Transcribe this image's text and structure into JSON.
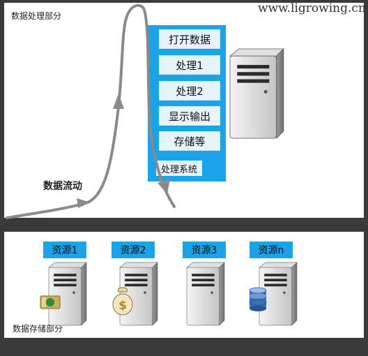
{
  "watermark": "www.ligrowing.cn",
  "top_section": {
    "label": "数据处理部分",
    "system": {
      "label": "处理系统",
      "steps": [
        "打开数据",
        "处理1",
        "处理2",
        "显示输出",
        "存储等"
      ]
    },
    "flow_label": "数据流动"
  },
  "bottom_section": {
    "label": "数据存储部分",
    "resources": [
      {
        "label": "资源1",
        "badge": "money-icon"
      },
      {
        "label": "资源2",
        "badge": "money-bag-icon"
      },
      {
        "label": "资源3",
        "badge": ""
      },
      {
        "label": "资源n",
        "badge": "database-icon"
      }
    ]
  },
  "colors": {
    "accent": "#1aa3e8",
    "label_bg": "#e6f3fb",
    "frame": "#3a3a3a",
    "flow_arrow": "#8a8a8a"
  }
}
